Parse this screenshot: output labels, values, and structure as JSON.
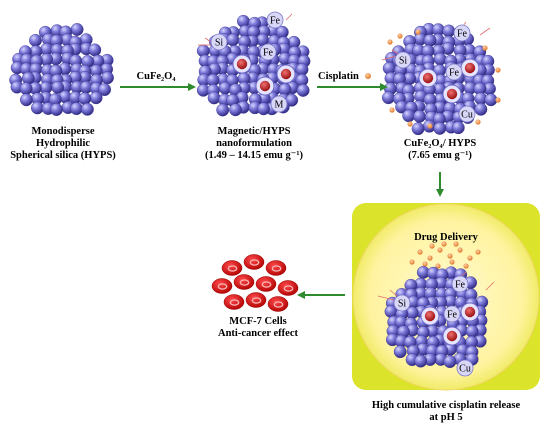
{
  "colors": {
    "sphere": "#7b78d8",
    "sphere_light": "#c9c6ff",
    "sphere_dark": "#3b3692",
    "arrow": "#2e8b2e",
    "drug_dot": "#e8893a",
    "cell_red": "#d80000",
    "panel_outer": "#dbe32b",
    "panel_inner": "#fff8b5"
  },
  "step1": {
    "lines": [
      "Monodisperse",
      "Hydrophilic",
      "Spherical silica (HYPS)"
    ]
  },
  "step2": {
    "arrow_label": "CuFe₂O₄",
    "atoms": [
      "Fe",
      "Si",
      "Fe",
      "M"
    ],
    "lines": [
      "Magnetic/HYPS",
      "nanoformulation",
      "(1.49 – 14.15 emu g⁻¹)"
    ]
  },
  "step3": {
    "arrow_label": "Cisplatin",
    "atoms": [
      "Fe",
      "Si",
      "Fe",
      "Cu"
    ],
    "lines": [
      "CuFe₂O₄/ HYPS",
      "(7.65 emu g⁻¹)"
    ]
  },
  "step4": {
    "panel_title": "Drug Delivery",
    "atoms": [
      "Fe",
      "Si",
      "Fe",
      "Cu"
    ],
    "lines": [
      "High cumulative cisplatin release",
      "at pH 5"
    ]
  },
  "cells": {
    "lines": [
      "MCF-7 Cells",
      "Anti-cancer effect"
    ]
  }
}
